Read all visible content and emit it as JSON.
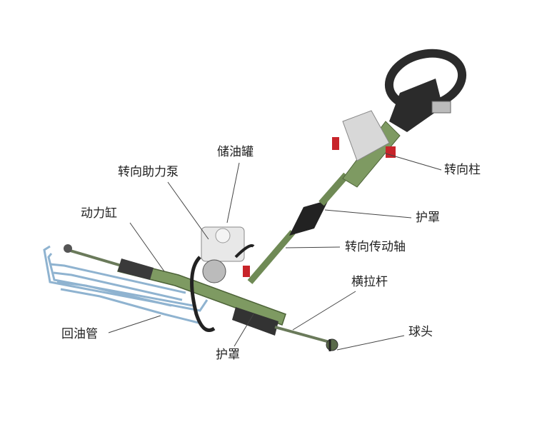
{
  "labels": {
    "reservoir": "储油罐",
    "power_pump": "转向助力泵",
    "power_cylinder": "动力缸",
    "return_pipe": "回油管",
    "boot_bottom": "护罩",
    "steering_column": "转向柱",
    "boot_right": "护罩",
    "steering_shaft": "转向传动轴",
    "tie_rod": "横拉杆",
    "ball_joint": "球头"
  },
  "colors": {
    "rack_green": "#7e9a62",
    "pipe_blue": "#8fb3d0",
    "wheel_dark": "#2b2b2b",
    "red_part": "#c8242a",
    "leader_line": "#444444"
  }
}
